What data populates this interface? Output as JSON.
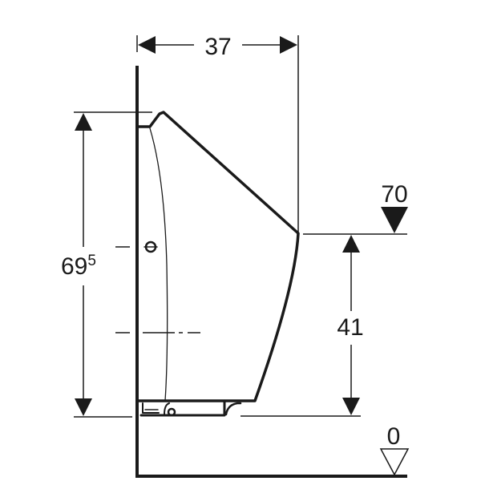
{
  "diagram": {
    "type": "technical-dimension-drawing",
    "subject": "wall-hung urinal side view",
    "line_color": "#1a1a1a",
    "background": "#ffffff",
    "dimensions": {
      "width": {
        "value": "37"
      },
      "height": {
        "value": "69",
        "superscript": "5"
      },
      "rim_height": {
        "value": "41"
      }
    },
    "level_markers": {
      "rim_level": {
        "value": "70"
      },
      "floor_level": {
        "value": "0"
      }
    }
  }
}
